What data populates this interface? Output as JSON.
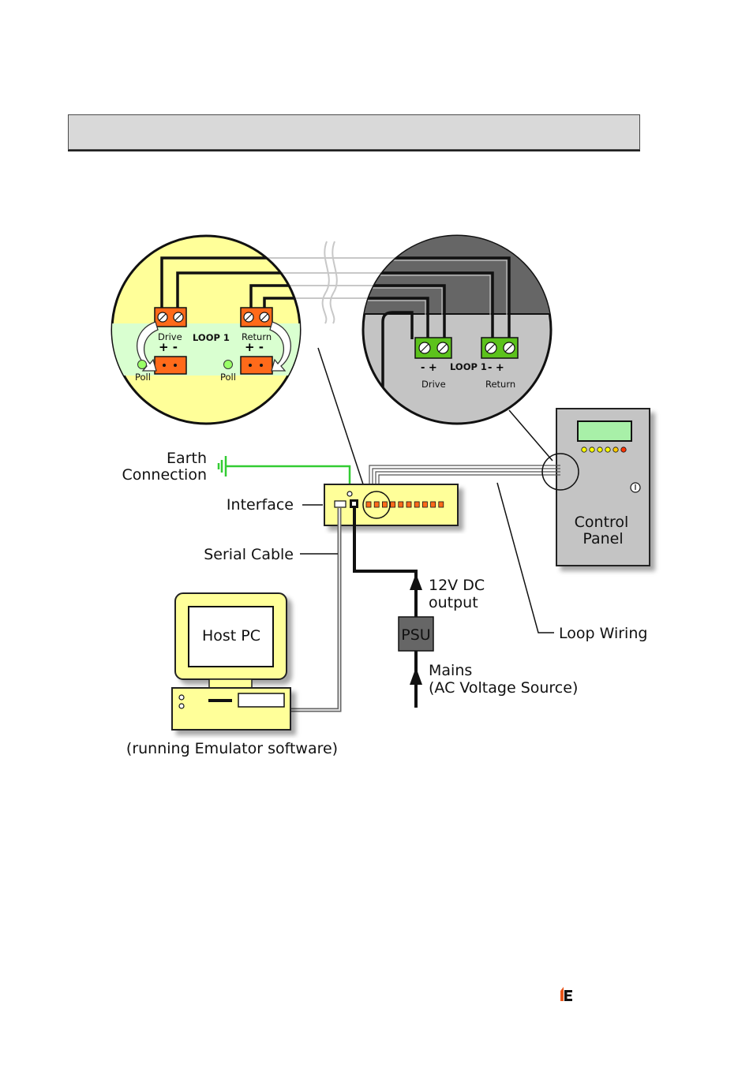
{
  "header": {
    "title": ""
  },
  "diagram": {
    "interface_detail": {
      "drive_label": "Drive",
      "return_label": "Return",
      "loop_label": "LOOP 1",
      "drive_polarity": "+  -",
      "return_polarity": "+  -",
      "poll_left": "Poll",
      "poll_right": "Poll"
    },
    "panel_detail": {
      "polarity_left": "-  +",
      "loop_label": "LOOP 1",
      "polarity_right": "-  +",
      "drive_label": "Drive",
      "return_label": "Return"
    },
    "labels": {
      "earth_line1": "Earth",
      "earth_line2": "Connection",
      "interface": "Interface",
      "serial_cable": "Serial Cable",
      "host_pc": "Host PC",
      "host_pc_caption": "(running Emulator software)",
      "dc_line1": "12V DC",
      "dc_line2": "output",
      "psu": "PSU",
      "mains_line1": "Mains",
      "mains_line2": "(AC Voltage Source)",
      "loop_wiring": "Loop Wiring",
      "control_panel_line1": "Control",
      "control_panel_line2": "Panel"
    },
    "colors": {
      "detail_fill": "#ffff99",
      "terminal_orange": "#ff6a1a",
      "terminal_green": "#5cc21c",
      "earth_wire": "#33cc33",
      "panel_grey": "#c4c4c4",
      "panel_dark": "#666666"
    },
    "indicator_leds": [
      "#ffff00",
      "#ffff00",
      "#ffff00",
      "#ffff00",
      "#ffcc00",
      "#ff3300"
    ]
  },
  "footer": {
    "logo_icon": "company-logo-icon"
  }
}
